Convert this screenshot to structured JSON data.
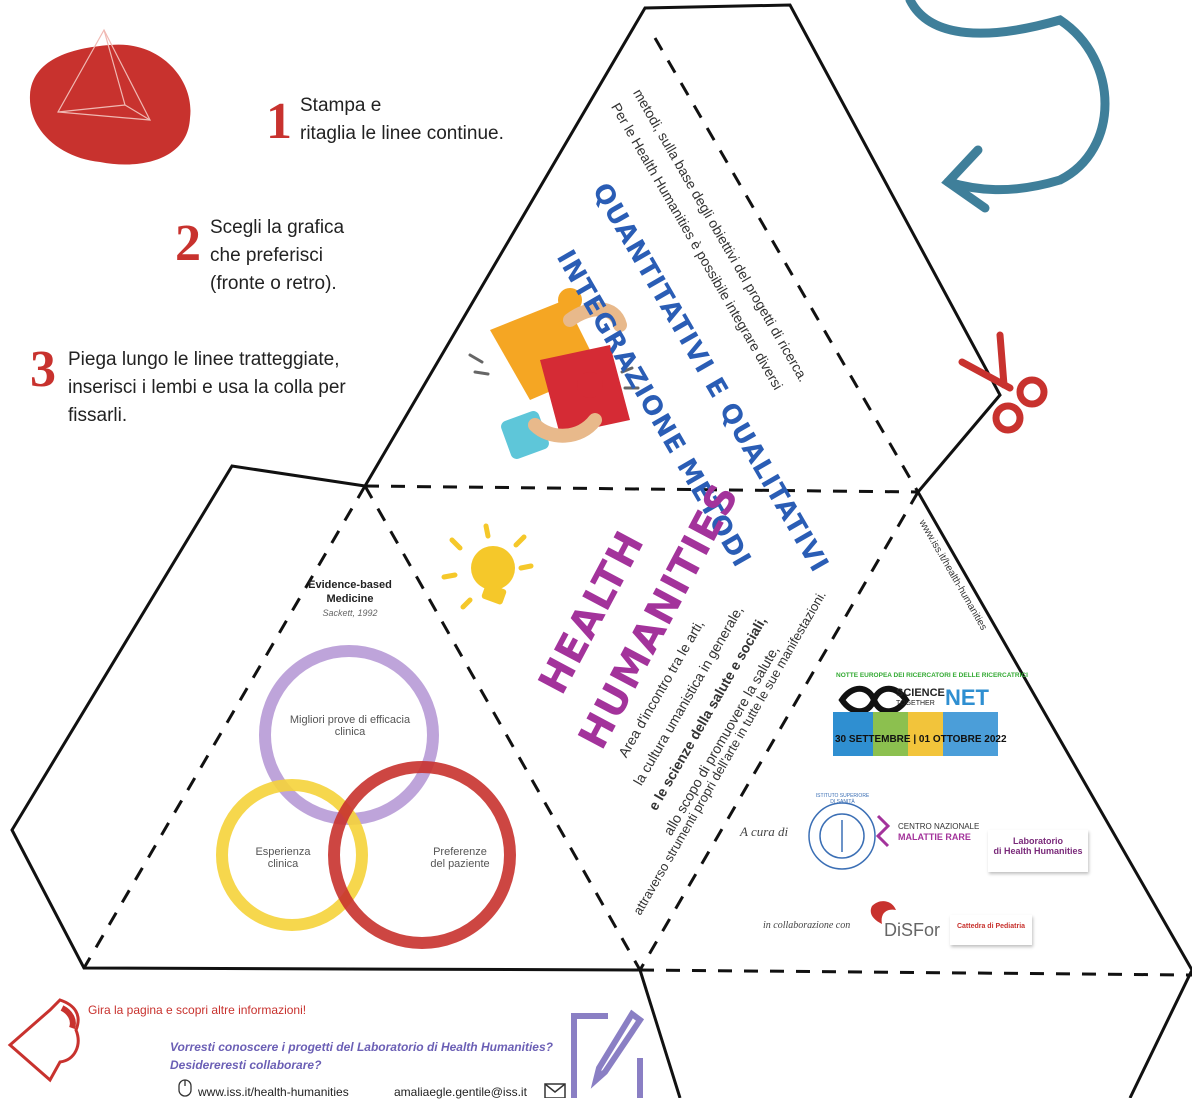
{
  "steps": [
    {
      "num": "1",
      "text": "Stampa e\nritaglia le linee continue."
    },
    {
      "num": "2",
      "text": "Scegli la grafica\nche preferisci\n(fronte o retro)."
    },
    {
      "num": "3",
      "text": "Piega lungo le linee tratteggiate,\ninserisci i lembi e usa la colla per\nfissarli."
    }
  ],
  "top_face": {
    "title_line1": "INTEGRAZIONE METODI",
    "title_line2": "QUANTITATIVI E QUALITATIVI",
    "body_line1": "Per le Health Humanities è possibile integrare diversi",
    "body_line2": "metodi, sulla base degli obiettivi del progetti di ricerca."
  },
  "hh_face": {
    "title1": "HEALTH",
    "title2": "HUMANITIES",
    "line1": "Area d'incontro tra le arti,",
    "line2": "la cultura umanistica in generale,",
    "line3": "e le scienze della salute e sociali,",
    "line4": "allo scopo di promuovere la salute,",
    "line5": "attraverso strumenti propri dell'arte in tutte le sue manifestazioni."
  },
  "venn": {
    "title_line1": "Evidence-based",
    "title_line2": "Medicine",
    "source": "Sackett, 1992",
    "circle_top": "Migliori prove di efficacia clinica",
    "circle_left": "Esperienza\nclinica",
    "circle_right": "Preferenze\ndel paziente",
    "colors": {
      "top": "#b79ad6",
      "left": "#f5d33a",
      "right": "#c8322e"
    }
  },
  "right_face": {
    "url_rotated": "www.iss.it/health-humanities",
    "event_header": "NOTTE EUROPEA DEI RICERCATORI E DELLE RICERCATRICI",
    "event_name_a": "SCIENCE",
    "event_name_b": "TOGETHER",
    "event_name_c": "NET",
    "event_dates": "30 SETTEMBRE | 01 OTTOBRE 2022",
    "a_cura_di": "A cura di",
    "iss_seal_text": "ISTITUTO SUPERIORE DI SANITÀ",
    "cnmr_line1": "CENTRO NAZIONALE",
    "cnmr_line2": "MALATTIE RARE",
    "lab_logo": "Laboratorio\ndi Health Humanities",
    "collab": "in collaborazione con",
    "disfor": "DiSFor",
    "pediatria": "Cattedra di Pediatria"
  },
  "footer": {
    "turn_page": "Gira la pagina e scopri altre informazioni!",
    "question1": "Vorresti conoscere i progetti del Laboratorio di Health Humanities?",
    "question2": "Desidereresti collaborare?",
    "website": "www.iss.it/health-humanities",
    "email": "amaliaegle.gentile@iss.it"
  },
  "colors": {
    "red": "#c8322e",
    "purple": "#a3339b",
    "blue": "#2a5db5",
    "teal": "#3f7f9a",
    "yellow": "#f5d33a"
  }
}
